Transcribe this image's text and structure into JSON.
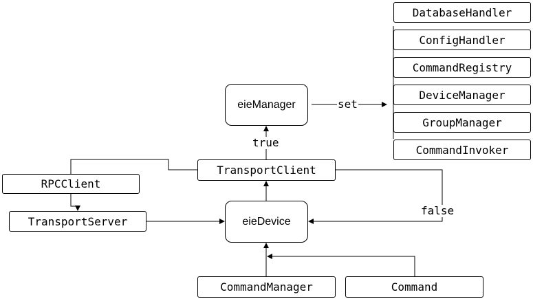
{
  "nodes": {
    "database_handler": "DatabaseHandler",
    "config_handler": "ConfigHandler",
    "command_registry": "CommandRegistry",
    "device_manager": "DeviceManager",
    "group_manager": "GroupManager",
    "command_invoker": "CommandInvoker",
    "eie_manager": "eieManager",
    "transport_client": "TransportClient",
    "rpc_client": "RPCClient",
    "transport_server": "TransportServer",
    "eie_device": "eieDevice",
    "command_manager": "CommandManager",
    "command": "Command"
  },
  "edge_labels": {
    "set": "set",
    "true": "true",
    "false": "false"
  },
  "colors": {
    "stroke": "#000000",
    "background": "#ffffff"
  }
}
